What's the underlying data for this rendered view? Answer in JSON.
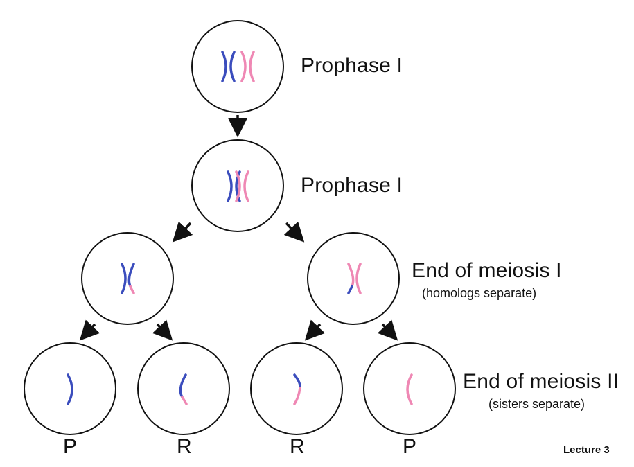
{
  "colors": {
    "blue": "#3b4dbd",
    "pink": "#ef88b4",
    "outline": "#111111"
  },
  "stages": [
    {
      "label": "Prophase I",
      "sublabel": ""
    },
    {
      "label": "Prophase I",
      "sublabel": ""
    },
    {
      "label": "End of meiosis I",
      "sublabel": "(homologs separate)"
    },
    {
      "label": "End of meiosis II",
      "sublabel": "(sisters separate)"
    }
  ],
  "cell_labels": [
    "P",
    "R",
    "R",
    "P"
  ],
  "footer": "Lecture 3"
}
